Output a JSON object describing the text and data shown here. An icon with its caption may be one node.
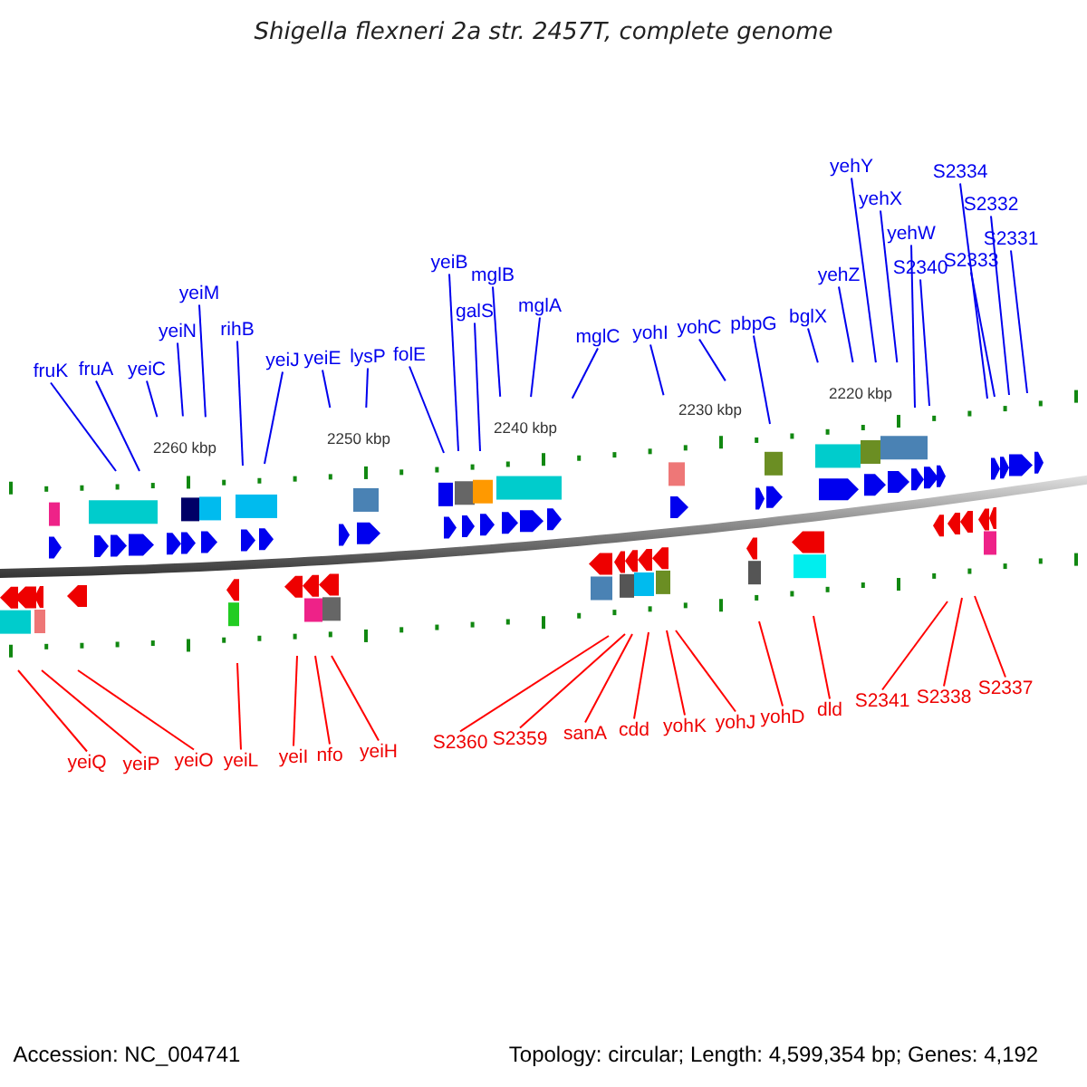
{
  "diagram": {
    "title": "Shigella flexneri 2a str. 2457T, complete genome",
    "nodes": [
      {
        "text": [
          "fruK"
        ]
      },
      {
        "text": [
          "fruA"
        ]
      },
      {
        "text": [
          "yeiC"
        ]
      },
      {
        "text": [
          "yeiN"
        ]
      },
      {
        "text": [
          "yeiM"
        ]
      },
      {
        "text": [
          "rihB"
        ]
      },
      {
        "text": [
          "yeiJ"
        ]
      },
      {
        "text": [
          "yeiE"
        ]
      },
      {
        "text": [
          "lysP"
        ]
      },
      {
        "text": [
          "folE"
        ]
      },
      {
        "text": [
          "yeiB"
        ]
      },
      {
        "text": [
          "galS"
        ]
      },
      {
        "text": [
          "mglB"
        ]
      },
      {
        "text": [
          "mglA"
        ]
      },
      {
        "text": [
          "mglC"
        ]
      },
      {
        "text": [
          "yohI"
        ]
      },
      {
        "text": [
          "yohC"
        ]
      },
      {
        "text": [
          "pbpG"
        ]
      },
      {
        "text": [
          "bglX"
        ]
      },
      {
        "text": [
          "yehZ"
        ]
      },
      {
        "text": [
          "yehY"
        ]
      },
      {
        "text": [
          "yehX"
        ]
      },
      {
        "text": [
          "yehW"
        ]
      },
      {
        "text": [
          "S2340"
        ]
      },
      {
        "text": [
          "S2334"
        ]
      },
      {
        "text": [
          "S2333"
        ]
      },
      {
        "text": [
          "S2332"
        ]
      },
      {
        "text": [
          "S2331"
        ]
      },
      {
        "text": [
          "yeiQ"
        ]
      },
      {
        "text": [
          "yeiP"
        ]
      },
      {
        "text": [
          "yeiO"
        ]
      },
      {
        "text": [
          "yeiL"
        ]
      },
      {
        "text": [
          "yeiI"
        ]
      },
      {
        "text": [
          "nfo"
        ]
      },
      {
        "text": [
          "yeiH"
        ]
      },
      {
        "text": [
          "S2360"
        ]
      },
      {
        "text": [
          "S2359"
        ]
      },
      {
        "text": [
          "sanA"
        ]
      },
      {
        "text": [
          "cdd"
        ]
      },
      {
        "text": [
          "yohK"
        ]
      },
      {
        "text": [
          "yohJ"
        ]
      },
      {
        "text": [
          "yohD"
        ]
      },
      {
        "text": [
          "dld"
        ]
      },
      {
        "text": [
          "S2341"
        ]
      },
      {
        "text": [
          "S2338"
        ]
      },
      {
        "text": [
          "S2337"
        ]
      }
    ],
    "edges": [
      {
        "from": 0,
        "to": null,
        "arrow": "none"
      },
      {
        "from": 1,
        "to": null,
        "arrow": "none"
      },
      {
        "from": 2,
        "to": null,
        "arrow": "none"
      },
      {
        "from": 3,
        "to": null,
        "arrow": "none"
      },
      {
        "from": 4,
        "to": null,
        "arrow": "none"
      },
      {
        "from": 5,
        "to": null,
        "arrow": "none"
      },
      {
        "from": 6,
        "to": null,
        "arrow": "none"
      },
      {
        "from": 7,
        "to": null,
        "arrow": "none"
      },
      {
        "from": 8,
        "to": null,
        "arrow": "none"
      },
      {
        "from": 9,
        "to": null,
        "arrow": "none"
      },
      {
        "from": 10,
        "to": null,
        "arrow": "none"
      },
      {
        "from": 11,
        "to": null,
        "arrow": "none"
      },
      {
        "from": 12,
        "to": null,
        "arrow": "none"
      },
      {
        "from": 13,
        "to": null,
        "arrow": "none"
      },
      {
        "from": 14,
        "to": null,
        "arrow": "none"
      },
      {
        "from": 15,
        "to": null,
        "arrow": "none"
      },
      {
        "from": 16,
        "to": null,
        "arrow": "none"
      },
      {
        "from": 17,
        "to": null,
        "arrow": "none"
      },
      {
        "from": 18,
        "to": null,
        "arrow": "none"
      },
      {
        "from": 19,
        "to": null,
        "arrow": "none"
      },
      {
        "from": 20,
        "to": null,
        "arrow": "none"
      },
      {
        "from": 21,
        "to": null,
        "arrow": "none"
      },
      {
        "from": 22,
        "to": null,
        "arrow": "none"
      },
      {
        "from": 23,
        "to": null,
        "arrow": "none"
      },
      {
        "from": 24,
        "to": null,
        "arrow": "none"
      },
      {
        "from": 25,
        "to": null,
        "arrow": "none"
      },
      {
        "from": 26,
        "to": null,
        "arrow": "none"
      },
      {
        "from": 27,
        "to": null,
        "arrow": "none"
      },
      {
        "from": 28,
        "to": null,
        "arrow": "none",
        "color": "#ff0000"
      },
      {
        "from": 29,
        "to": null,
        "arrow": "none",
        "color": "#ff0000"
      },
      {
        "from": 30,
        "to": null,
        "arrow": "none",
        "color": "#ff0000"
      },
      {
        "from": 31,
        "to": null,
        "arrow": "none",
        "color": "#ff0000"
      },
      {
        "from": 32,
        "to": null,
        "arrow": "none",
        "color": "#ff0000"
      },
      {
        "from": 33,
        "to": null,
        "arrow": "none",
        "color": "#ff0000"
      },
      {
        "from": 34,
        "to": null,
        "arrow": "none",
        "color": "#ff0000"
      },
      {
        "from": 35,
        "to": null,
        "arrow": "none",
        "color": "#ff0000"
      },
      {
        "from": 36,
        "to": null,
        "arrow": "none",
        "color": "#ff0000"
      },
      {
        "from": 37,
        "to": null,
        "arrow": "none",
        "color": "#ff0000"
      },
      {
        "from": 38,
        "to": null,
        "arrow": "none",
        "color": "#ff0000"
      },
      {
        "from": 39,
        "to": null,
        "arrow": "none",
        "color": "#ff0000"
      },
      {
        "from": 40,
        "to": null,
        "arrow": "none",
        "color": "#ff0000"
      },
      {
        "from": 41,
        "to": null,
        "arrow": "none",
        "color": "#ff0000"
      },
      {
        "from": 42,
        "to": null,
        "arrow": "none",
        "color": "#ff0000"
      },
      {
        "from": 43,
        "to": null,
        "arrow": "none",
        "color": "#ff0000"
      },
      {
        "from": 44,
        "to": null,
        "arrow": "none",
        "color": "#ff0000"
      },
      {
        "from": 45,
        "to": null,
        "arrow": "none",
        "color": "#ff0000"
      }
    ],
    "labels": [
      "2260 kbp",
      "2250 kbp",
      "2240 kbp",
      "2230 kbp",
      "2220 kbp",
      "Accession: NC_004741",
      "Topology: circular; Length: 4,599,354 bp; Genes: 4,192"
    ]
  }
}
